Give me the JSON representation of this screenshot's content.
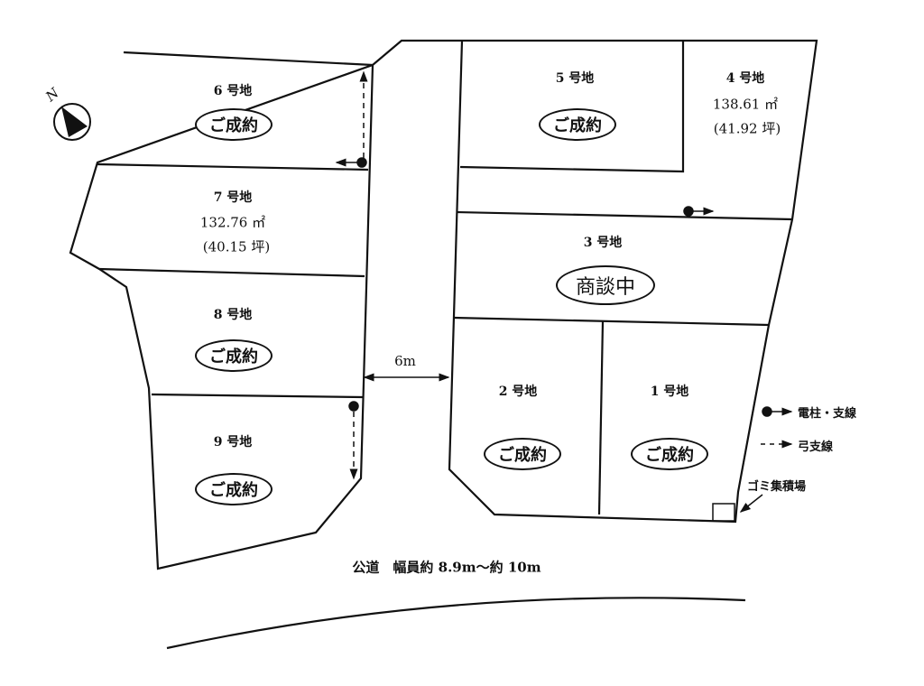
{
  "north": "N",
  "lots": [
    {
      "id": "6",
      "label": "6 号地",
      "status": "ご成約"
    },
    {
      "id": "7",
      "label": "7 号地",
      "area_m2": "132.76 ㎡",
      "area_tsubo": "(40.15 坪)"
    },
    {
      "id": "8",
      "label": "8 号地",
      "status": "ご成約"
    },
    {
      "id": "9",
      "label": "9 号地",
      "status": "ご成約"
    },
    {
      "id": "5",
      "label": "5 号地",
      "status": "ご成約"
    },
    {
      "id": "4",
      "label": "4 号地",
      "area_m2": "138.61 ㎡",
      "area_tsubo": "(41.92 坪)"
    },
    {
      "id": "3",
      "label": "3 号地",
      "status": "商談中"
    },
    {
      "id": "2",
      "label": "2 号地",
      "status": "ご成約"
    },
    {
      "id": "1",
      "label": "1 号地",
      "status": "ご成約"
    }
  ],
  "road_width": "6m",
  "public_road": "公道　幅員約 8.9m～約 10m",
  "legend": {
    "pole": "電柱・支線",
    "guy": "弓支線",
    "garbage": "ゴミ集積場"
  }
}
